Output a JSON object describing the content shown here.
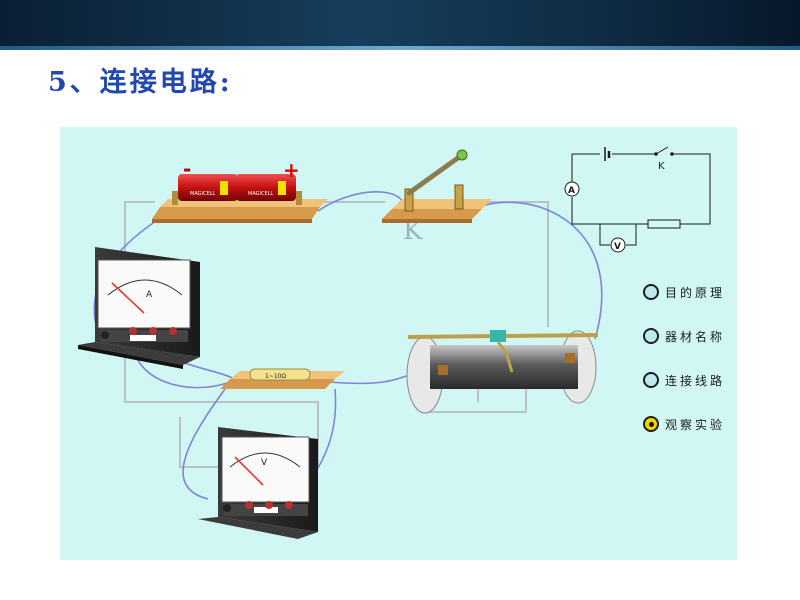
{
  "slide": {
    "title": "5、连接电路:"
  },
  "apparatus": {
    "battery_label_1": "MAGICELL",
    "battery_label_2": "MAGICELL",
    "minus_sign": "-",
    "plus_sign": "+",
    "switch_label": "K",
    "ammeter_label": "A",
    "voltmeter_label": "V",
    "resistor_label": "1~10Ω"
  },
  "schematic": {
    "switch_label": "K",
    "ammeter_label": "A",
    "voltmeter_label": "V"
  },
  "menu": {
    "items": [
      {
        "label": "目的原理",
        "selected": false
      },
      {
        "label": "器材名称",
        "selected": false
      },
      {
        "label": "连接线路",
        "selected": false
      },
      {
        "label": "观察实验",
        "selected": true
      }
    ]
  },
  "colors": {
    "title": "#2147b0",
    "stage_bg": "#d0f7f4",
    "wire": "#7f84d8",
    "board": "#d79a4c"
  }
}
